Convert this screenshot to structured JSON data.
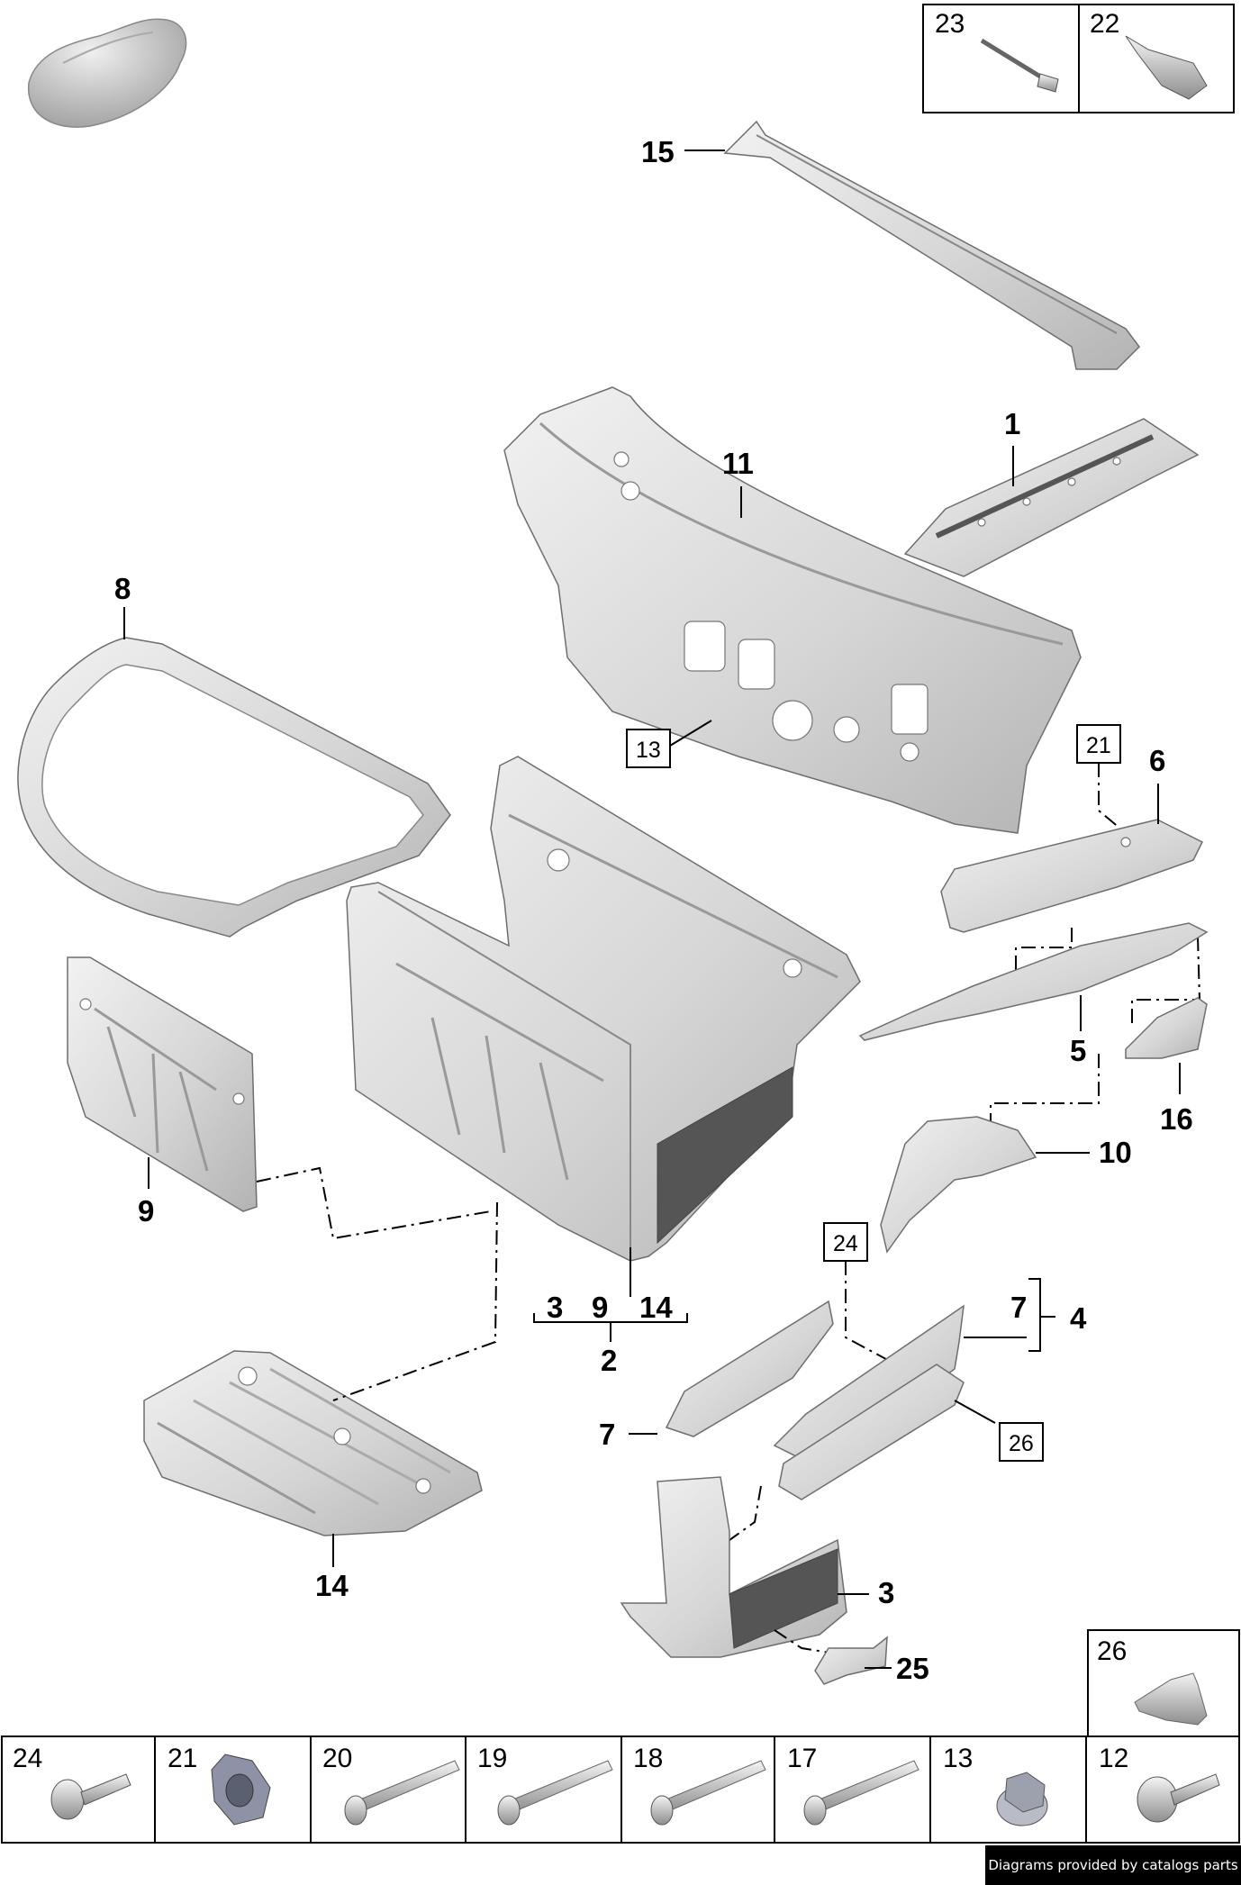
{
  "callouts": {
    "c1": "1",
    "c2": "2",
    "c3": "3",
    "c4": "4",
    "c5": "5",
    "c6": "6",
    "c7a": "7",
    "c7b": "7",
    "c8": "8",
    "c9": "9",
    "c10": "10",
    "c11": "11",
    "c14": "14",
    "c15": "15",
    "c16": "16",
    "c25": "25",
    "group2": [
      "3",
      "9",
      "14"
    ]
  },
  "boxed_refs": {
    "b13": "13",
    "b21": "21",
    "b24": "24",
    "b26": "26"
  },
  "top_tiles": [
    {
      "number": "23",
      "icon": "sealant-cartridge-icon"
    },
    {
      "number": "22",
      "icon": "adhesive-tube-icon"
    }
  ],
  "side_tile": {
    "number": "26",
    "icon": "bracket-icon"
  },
  "bottom_tiles": [
    {
      "number": "24",
      "icon": "flange-bolt-icon"
    },
    {
      "number": "21",
      "icon": "hex-nut-icon"
    },
    {
      "number": "20",
      "icon": "rivet-icon"
    },
    {
      "number": "19",
      "icon": "rivet-icon"
    },
    {
      "number": "18",
      "icon": "rivet-icon"
    },
    {
      "number": "17",
      "icon": "rivet-icon"
    },
    {
      "number": "13",
      "icon": "flange-nut-icon"
    },
    {
      "number": "12",
      "icon": "torx-bolt-icon"
    }
  ],
  "credit": "Diagrams provided by catalogs parts"
}
